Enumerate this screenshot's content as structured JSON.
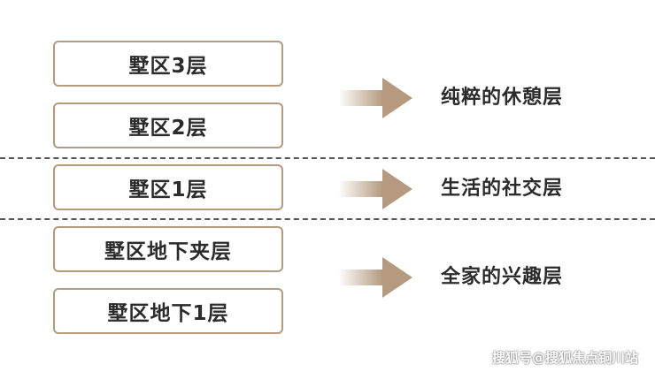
{
  "floors": [
    {
      "label": "墅区3层"
    },
    {
      "label": "墅区2层"
    },
    {
      "label": "墅区1层"
    },
    {
      "label": "墅区地下夹层"
    },
    {
      "label": "墅区地下1层"
    }
  ],
  "groups": [
    {
      "description": "纯粹的休憩层"
    },
    {
      "description": "生活的社交层"
    },
    {
      "description": "全家的兴趣层"
    }
  ],
  "colors": {
    "box_border": "#b59a80",
    "arrow": "#b59a80",
    "divider": "#555555",
    "text": "#2b2b2b"
  },
  "watermark": "搜狐号@搜狐焦点铜川站"
}
